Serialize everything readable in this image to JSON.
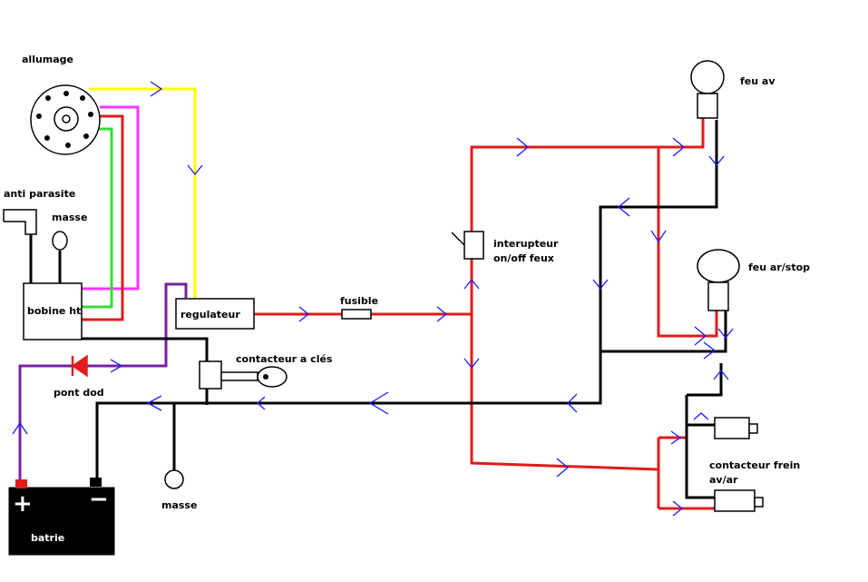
{
  "labels": {
    "allumage": "allumage",
    "anti_parasite": "anti parasite",
    "masse_top": "masse",
    "bobine": "bobine ht",
    "regulateur": "regulateur",
    "fusible": "fusible",
    "interrupteur_line1": "interupteur",
    "interrupteur_line2": "on/off feux",
    "feu_av": "feu av",
    "feu_ar": "feu ar/stop",
    "contacteur_cles": "contacteur a clés",
    "pont_dod": "pont dod",
    "masse_bottom": "masse",
    "batrie": "batrie",
    "batt_plus": "+",
    "batt_minus": "−",
    "contacteur_frein_line1": "contacteur frein",
    "contacteur_frein_line2": "av/ar"
  },
  "colors": {
    "red": "#e01b1b",
    "black": "#000000",
    "yellow": "#ffff00",
    "magenta": "#ff33ff",
    "green": "#33dd33",
    "purple": "#7a1fa2",
    "arrow_blue": "#1a1aff"
  }
}
